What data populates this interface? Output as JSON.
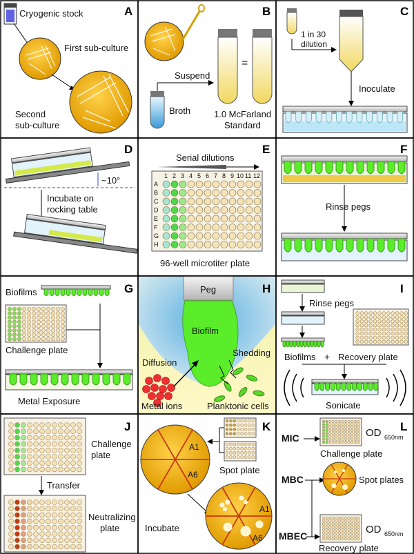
{
  "panels": {
    "a": {
      "letter": "A",
      "labels": [
        "Cryogenic stock",
        "First sub-culture",
        "Second",
        "sub-culture"
      ]
    },
    "b": {
      "letter": "B",
      "labels": [
        "Suspend",
        "=",
        "Broth",
        "1.0 McFarland",
        "Standard"
      ]
    },
    "c": {
      "letter": "C",
      "labels": [
        "1 in 30",
        "dilution",
        "Inoculate"
      ]
    },
    "d": {
      "letter": "D",
      "labels": [
        "~10°",
        "Incubate on",
        "rocking table"
      ]
    },
    "e": {
      "letter": "E",
      "labels": [
        "Serial dilutions",
        "96-well microtiter plate"
      ],
      "columns": [
        "1",
        "2",
        "3",
        "4",
        "5",
        "6",
        "7",
        "8",
        "9",
        "10",
        "11",
        "12"
      ],
      "rows": [
        "A",
        "B",
        "C",
        "D",
        "E",
        "F",
        "G",
        "H"
      ]
    },
    "f": {
      "letter": "F",
      "labels": [
        "Rinse pegs"
      ]
    },
    "g": {
      "letter": "G",
      "labels": [
        "Biofilms",
        "Challenge plate",
        "Metal Exposure"
      ]
    },
    "h": {
      "letter": "H",
      "labels": [
        "Peg",
        "Biofilm",
        "Shedding",
        "Diffusion",
        "Metal ions",
        "Planktonic cells"
      ]
    },
    "i": {
      "letter": "I",
      "labels": [
        "Rinse pegs",
        "Biofilms",
        "+",
        "Recovery plate",
        "Sonicate"
      ]
    },
    "j": {
      "letter": "J",
      "labels": [
        "Challenge",
        "plate",
        "Transfer",
        "Neutralizing",
        "plate"
      ]
    },
    "k": {
      "letter": "K",
      "labels": [
        "A1",
        "A6",
        "Spot plate",
        "Incubate",
        "A1",
        "A6"
      ]
    },
    "l": {
      "letter": "L",
      "labels": [
        "MIC",
        "OD",
        "650nm",
        "Challenge plate",
        "MBC",
        "Spot plates",
        "MBEC",
        "OD",
        "650nm",
        "Recovery plate"
      ]
    }
  },
  "colors": {
    "agar": "#f0b400",
    "liquid": "#7ec8f0",
    "biofilm": "#5bd62a",
    "border": "#000000",
    "well": "#f6e3b8"
  }
}
